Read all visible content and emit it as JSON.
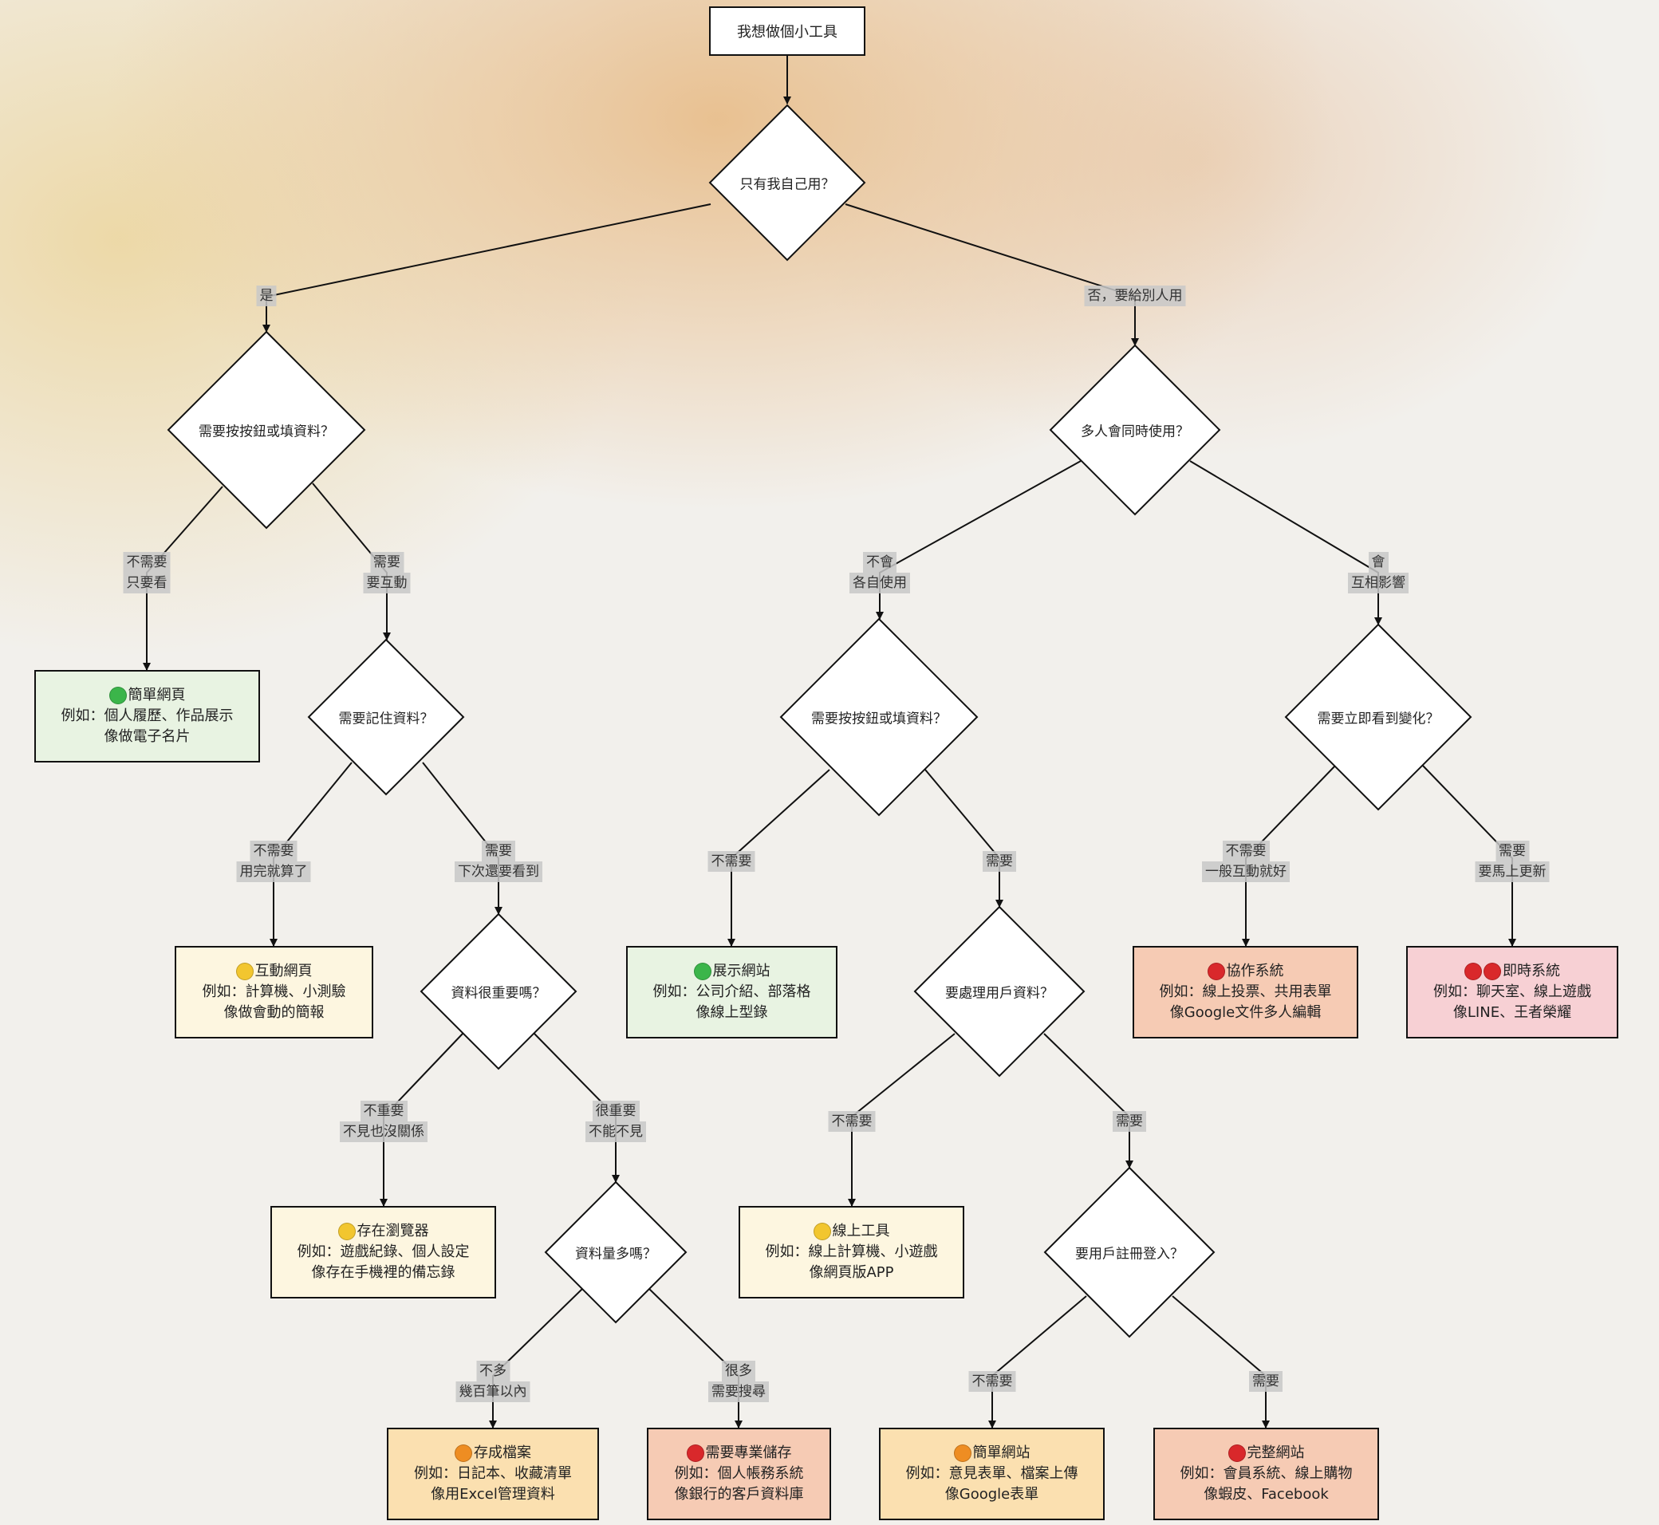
{
  "start": "我想做個小工具",
  "decisions": {
    "q1": "只有我自己用？",
    "q2": "需要按按鈕或填資料？",
    "q3": "多人會同時使用？",
    "q4": "需要記住資料？",
    "q5": "需要按按鈕或填資料？",
    "q6": "需要立即看到變化？",
    "q7": "資料很重要嗎？",
    "q8": "要處理用戶資料？",
    "q9": "資料量多嗎？",
    "q10": "要用戶註冊登入？"
  },
  "edge_labels": {
    "e_yes": [
      "是"
    ],
    "e_no": [
      "否，要給別人用"
    ],
    "e_no_need_view": [
      "不需要",
      "只要看"
    ],
    "e_need_interact": [
      "需要",
      "要互動"
    ],
    "e_no_each": [
      "不會",
      "各自使用"
    ],
    "e_yes_affect": [
      "會",
      "互相影響"
    ],
    "e_no_done": [
      "不需要",
      "用完就算了"
    ],
    "e_need_later": [
      "需要",
      "下次還要看到"
    ],
    "e_q5_no": [
      "不需要"
    ],
    "e_q5_yes": [
      "需要"
    ],
    "e_q6_no": [
      "不需要",
      "一般互動就好"
    ],
    "e_q6_yes": [
      "需要",
      "要馬上更新"
    ],
    "e_q7_no": [
      "不重要",
      "不見也沒關係"
    ],
    "e_q7_yes": [
      "很重要",
      "不能不見"
    ],
    "e_q8_no": [
      "不需要"
    ],
    "e_q8_yes": [
      "需要"
    ],
    "e_q9_few": [
      "不多",
      "幾百筆以內"
    ],
    "e_q9_many": [
      "很多",
      "需要搜尋"
    ],
    "e_q10_no": [
      "不需要"
    ],
    "e_q10_yes": [
      "需要"
    ]
  },
  "results": {
    "simple_page": {
      "title": "簡單網頁",
      "lines": [
        "例如：個人履歷、作品展示",
        "像做電子名片"
      ],
      "dots": [
        "#3bb54a"
      ],
      "fill": "#e8f3e2"
    },
    "interactive_page": {
      "title": "互動網頁",
      "lines": [
        "例如：計算機、小測驗",
        "像做會動的簡報"
      ],
      "dots": [
        "#f2c62f"
      ],
      "fill": "#fdf6e0"
    },
    "showcase_site": {
      "title": "展示網站",
      "lines": [
        "例如：公司介紹、部落格",
        "像線上型錄"
      ],
      "dots": [
        "#3bb54a"
      ],
      "fill": "#e8f3e2"
    },
    "collab_system": {
      "title": "協作系統",
      "lines": [
        "例如：線上投票、共用表單",
        "像Google文件多人編輯"
      ],
      "dots": [
        "#d9282b"
      ],
      "fill": "#f6cbb4"
    },
    "realtime_system": {
      "title": "即時系統",
      "lines": [
        "例如：聊天室、線上遊戲",
        "像LINE、王者榮耀"
      ],
      "dots": [
        "#d9282b",
        "#d9282b"
      ],
      "fill": "#f7d0d4"
    },
    "browser_storage": {
      "title": "存在瀏覽器",
      "lines": [
        "例如：遊戲紀錄、個人設定",
        "像存在手機裡的備忘錄"
      ],
      "dots": [
        "#f2c62f"
      ],
      "fill": "#fdf6e0"
    },
    "online_tool": {
      "title": "線上工具",
      "lines": [
        "例如：線上計算機、小遊戲",
        "像網頁版APP"
      ],
      "dots": [
        "#f2c62f"
      ],
      "fill": "#fdf6e0"
    },
    "save_file": {
      "title": "存成檔案",
      "lines": [
        "例如：日記本、收藏清單",
        "像用Excel管理資料"
      ],
      "dots": [
        "#ee8d22"
      ],
      "fill": "#fbe0b0"
    },
    "pro_storage": {
      "title": "需要專業儲存",
      "lines": [
        "例如：個人帳務系統",
        "像銀行的客戶資料庫"
      ],
      "dots": [
        "#d9282b"
      ],
      "fill": "#f6cbb4"
    },
    "simple_site": {
      "title": "簡單網站",
      "lines": [
        "例如：意見表單、檔案上傳",
        "像Google表單"
      ],
      "dots": [
        "#ee8d22"
      ],
      "fill": "#fbe0b0"
    },
    "full_site": {
      "title": "完整網站",
      "lines": [
        "例如：會員系統、線上購物",
        "像蝦皮、Facebook"
      ],
      "dots": [
        "#d9282b"
      ],
      "fill": "#f6cbb4"
    }
  }
}
